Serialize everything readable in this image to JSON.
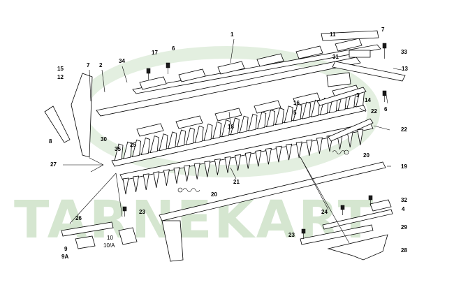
{
  "watermark": {
    "text": "TARNEKART",
    "color": "#d5e6d0"
  },
  "callouts": {
    "c1": "1",
    "c2": "2",
    "c3": "3",
    "c4": "4",
    "c5": "5",
    "c6a": "6",
    "c6b": "6",
    "c7a": "7",
    "c7b": "7",
    "c8": "8",
    "c9": "9",
    "c9a": "9A",
    "c10": "10",
    "c10a": "10/A",
    "c11": "11",
    "c12": "12",
    "c13": "13",
    "c14": "14",
    "c15": "15",
    "c16": "16",
    "c17": "17",
    "c18": "18",
    "c19": "19",
    "c20a": "20",
    "c20b": "20",
    "c21": "21",
    "c22a": "22",
    "c22b": "22",
    "c23a": "23",
    "c23b": "23",
    "c24": "24",
    "c25": "25",
    "c26": "26",
    "c27": "27",
    "c28": "28",
    "c29": "29",
    "c30": "30",
    "c31": "31",
    "c32": "32",
    "c33": "33",
    "c34": "34",
    "c35": "35"
  },
  "parts": {
    "guards_upper": {
      "icon": "knife-guard-icon",
      "count": 6
    },
    "guards_lower": {
      "icon": "knife-guard-icon",
      "count": 6
    },
    "knife_sections": {
      "icon": "knife-section-icon",
      "count": 28
    },
    "finger_teeth": {
      "icon": "finger-tooth-icon",
      "count": 24
    },
    "springs": {
      "icon": "tension-spring-icon",
      "count": 2
    },
    "bolts": {
      "icon": "bolt-icon"
    }
  }
}
